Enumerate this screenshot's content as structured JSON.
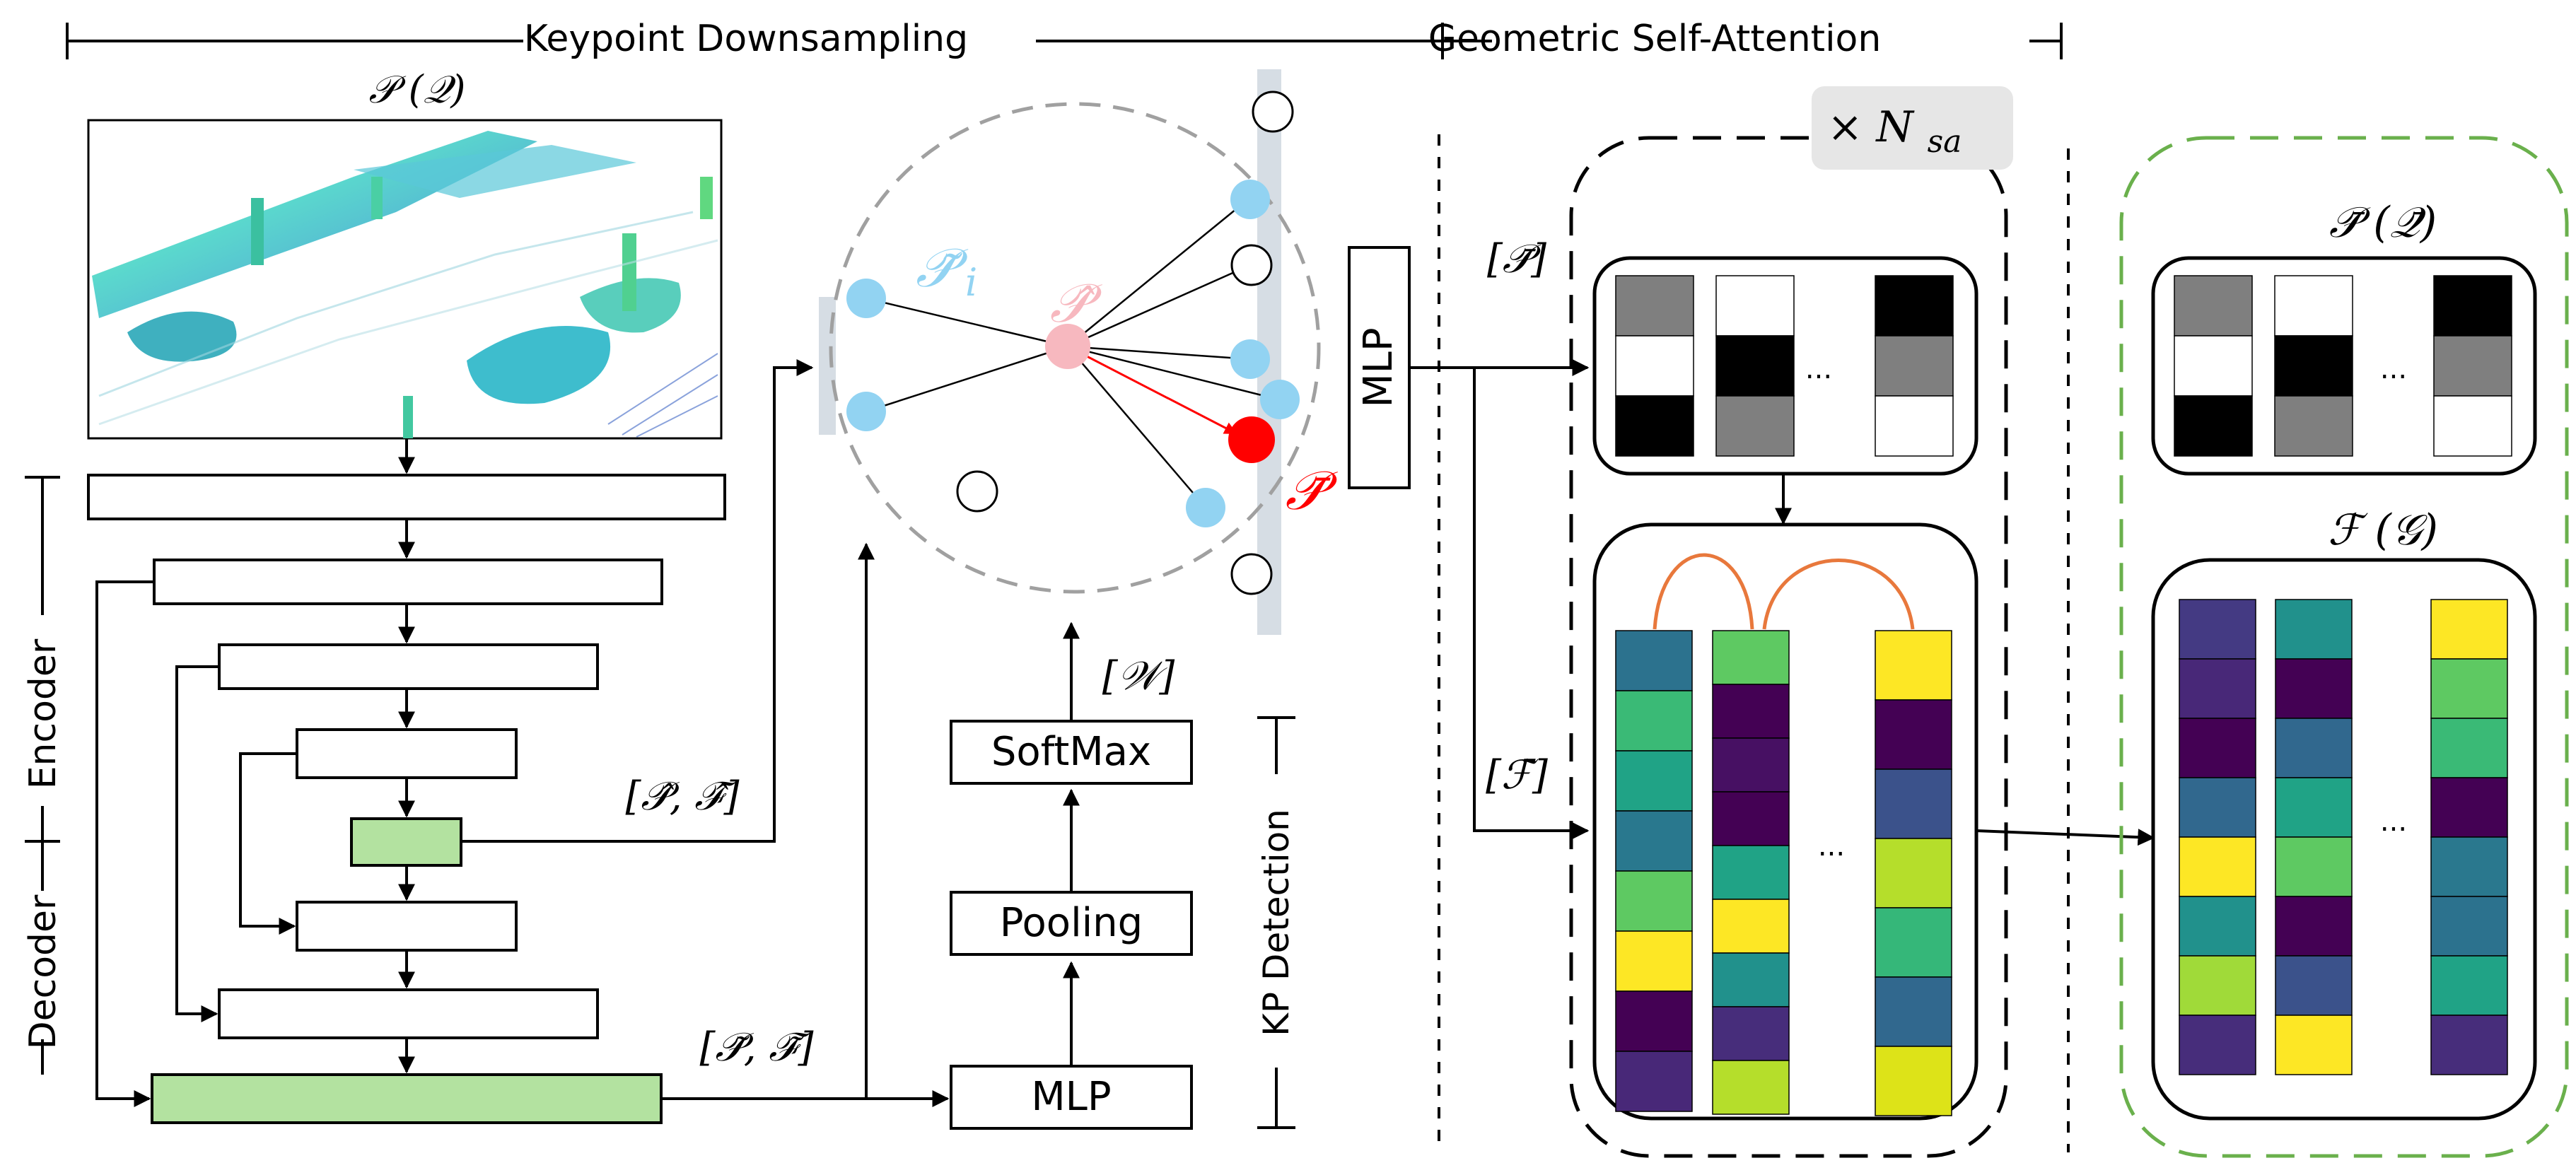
{
  "sections": {
    "keypoint_downsampling": "Keypoint Downsampling",
    "geometric_self_attention": "Geometric Self-Attention"
  },
  "input": {
    "label": "𝒫 (𝒬)"
  },
  "encoder_decoder": {
    "encoder_label": "Encoder",
    "decoder_label": "Decoder"
  },
  "features": {
    "hat_label": "[𝒫̂, ℱ̂]",
    "tilde_label": "[𝒫̃, ℱ̃]"
  },
  "kp_detection": {
    "label": "KP Detection",
    "mlp": "MLP",
    "pooling": "Pooling",
    "softmax": "SoftMax",
    "weights_label": "[𝒲]"
  },
  "neighborhood": {
    "p_tilde_i": "𝒫̃",
    "p_tilde_i_sub": "i",
    "p_hat": "𝒫̂",
    "p_bar": "𝒫̄"
  },
  "mlp_vertical": "MLP",
  "attention": {
    "repeat_label": "× N",
    "repeat_sub": "sa",
    "p_bar_label": "[𝒫̄]",
    "f_bar_label": "[ℱ̄]",
    "ellipsis": "..."
  },
  "output": {
    "p_label": "𝒫̄ (𝒬̄)",
    "f_label": "ℱ (𝒢)",
    "ellipsis": "..."
  },
  "colors": {
    "green_fill": "#b3e2a0",
    "blue_point": "#92d3f2",
    "pink_point": "#f7b8bf",
    "red_point": "#ff0000",
    "orange_arc": "#e8783c",
    "green_border": "#6ab04c",
    "gray_band": "#d6dde4",
    "gray_badge": "#e6e6e6"
  },
  "attention_matrix_grays": [
    [
      "#7f7f7f",
      "#ffffff",
      "#000000"
    ],
    [
      "#ffffff",
      "#000000",
      "#7f7f7f"
    ],
    [
      "#000000",
      "#7f7f7f",
      "#ffffff"
    ]
  ],
  "attention_feature_columns": [
    [
      "#2c728e",
      "#3aba76",
      "#20a386",
      "#29788e",
      "#5ec962",
      "#fde725",
      "#440154",
      "#482878"
    ],
    [
      "#5ec962",
      "#440154",
      "#471063",
      "#440154",
      "#20a386",
      "#fde725",
      "#21918c",
      "#472d7b",
      "#b5de2b"
    ],
    [
      "#fde725",
      "#440154",
      "#3b528b",
      "#b5de2b",
      "#35b779",
      "#31688e",
      "#dde318"
    ]
  ],
  "output_feature_columns": [
    [
      "#443a83",
      "#482878",
      "#440154",
      "#31688e",
      "#fde725",
      "#21918c",
      "#a0da39",
      "#472d7b"
    ],
    [
      "#21918c",
      "#440154",
      "#31688e",
      "#20a386",
      "#5ec962",
      "#440154",
      "#3b528b",
      "#fde725"
    ],
    [
      "#fde725",
      "#5ec962",
      "#3aba76",
      "#440154",
      "#2a788e",
      "#2c728e",
      "#20a386",
      "#472d7b"
    ]
  ]
}
